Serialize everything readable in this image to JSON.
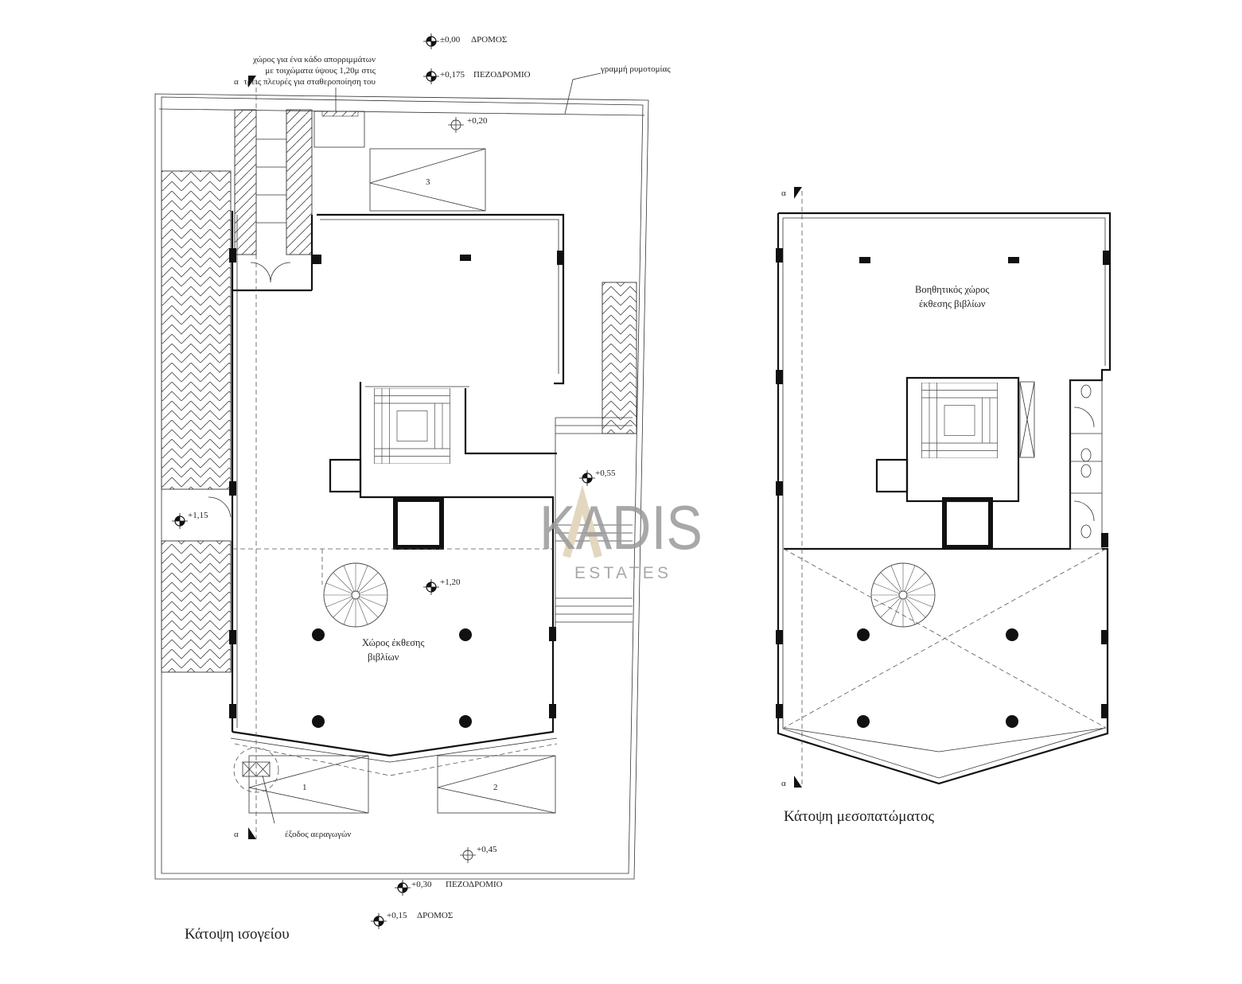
{
  "levels": {
    "road_top": {
      "value": "±0,00",
      "label": "ΔΡΟΜΟΣ"
    },
    "sidewalk_top": {
      "value": "+0,175",
      "label": "ΠΕΖΟΔΡΟΜΙΟ"
    },
    "yard_top": "+0,20",
    "ramp": "+0,55",
    "side_entry": "+1,15",
    "showroom": "+1,20",
    "yard_bottom": "+0,45",
    "sidewalk_bottom": {
      "value": "+0,30",
      "label": "ΠΕΖΟΔΡΟΜΙΟ"
    },
    "road_bottom": {
      "value": "+0,15",
      "label": "ΔΡΟΜΟΣ"
    }
  },
  "notes": {
    "bin_area": [
      "χώρος για ένα κάδο απορριμμάτων",
      "με τοιχώματα ύψους 1,20μ στις",
      "τρεις πλευρές για σταθεροποίηση του"
    ],
    "building_line": "γραμμή ρυμοτομίας",
    "air_exhaust": "έξοδος αεραγωγών"
  },
  "parking": [
    "1",
    "2",
    "3"
  ],
  "section_marker": "α",
  "ground_floor": {
    "title": "Κάτοψη ισογείου",
    "room": [
      "Χώρος έκθεσης",
      "βιβλίων"
    ]
  },
  "mezzanine": {
    "title": "Κάτοψη μεσοπατώματος",
    "room": [
      "Βοηθητικός χώρος",
      "έκθεσης βιβλίων"
    ]
  },
  "watermark": {
    "brand": "KADIS",
    "sub": "ESTATES",
    "accent": "#e3d7bf"
  }
}
